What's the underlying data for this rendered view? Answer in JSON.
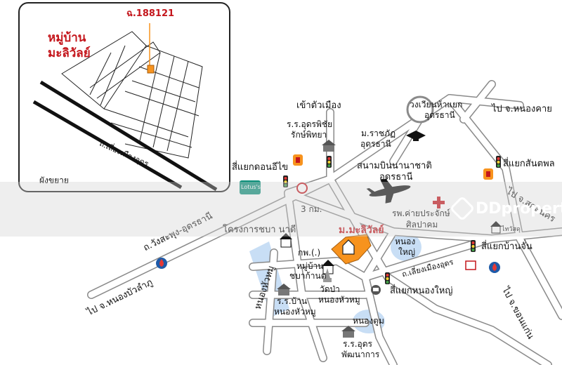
{
  "inset": {
    "plot_code": "ฉ.188121",
    "village_line1": "หมู่บ้าน",
    "village_line2": "มะลิวัลย์",
    "bypass_road": "ถ.เลี่ยงเมืองอุดร",
    "caption": "ผังขยาย"
  },
  "labels": {
    "to_city": "เข้าตัวเมือง",
    "school_pichai_1": "ร.ร.อุดรพิชัย",
    "school_pichai_2": "รักษ์พิทยา",
    "rajabhat_1": "ม.ราชภัฏ",
    "rajabhat_2": "อุดรธานี",
    "circle_1": "วงเวียนห้าแยก",
    "circle_2": "อุดรธานี",
    "to_nongkhai": "ไป จ.หนองคาย",
    "junction_sanphon": "สี่แยกสันตพล",
    "junction_donichai": "สี่แยกดอนอีไข",
    "airport_1": "สนามบินนานาชาติ",
    "airport_2": "อุดรธานี",
    "to_sakon": "ไป จ.สกลนคร",
    "hospital_1": "รพ.ค่ายประจักษ์",
    "hospital_2": "ศิลปาคม",
    "distance": "3 กม.",
    "road_wang": "ถ.วังสะพุง-อุดรธานี",
    "project_chaba": "โครงการชบา นาดี",
    "project_mali": "ม.มะลิวัลย์",
    "pond_yai_1": "หนอง",
    "pond_yai_2": "ใหญ่",
    "junction_banchan": "สี่แยกบ้านจั่น",
    "bypass_main": "ถ.เลี่ยงเมืองอุดร",
    "ks": "กพ.(.)",
    "village_chaba_1": "หมู่บ้าน",
    "village_chaba_2": "ชบาก้านต",
    "lake_huamu": "หนองหัวหมู",
    "wat_1": "วัดป่า",
    "wat_2": "หนองหัวหมู",
    "school_ban_1": "ร.ร.บ้าน",
    "school_ban_2": "หนองหัวหมู",
    "junction_nongyai": "สี่แยกหนองใหญ่",
    "to_khonkaen": "ไป จ.ขอนแก่น",
    "to_nongbualamphu": "ไป จ.หนองบัวลำภู",
    "pond_tum": "หนองตูม",
    "school_udon_1": "ร.ร.อุดร",
    "school_udon_2": "พัฒนาการ",
    "lotus": "Lotus's",
    "thaiwatsadu": "ไทวัสดุ"
  },
  "brand": {
    "name": "DDproperty"
  },
  "colors": {
    "project": "#f7931e",
    "water": "#c8def5",
    "accent_red": "#c4161c",
    "road": "#ffffff"
  }
}
